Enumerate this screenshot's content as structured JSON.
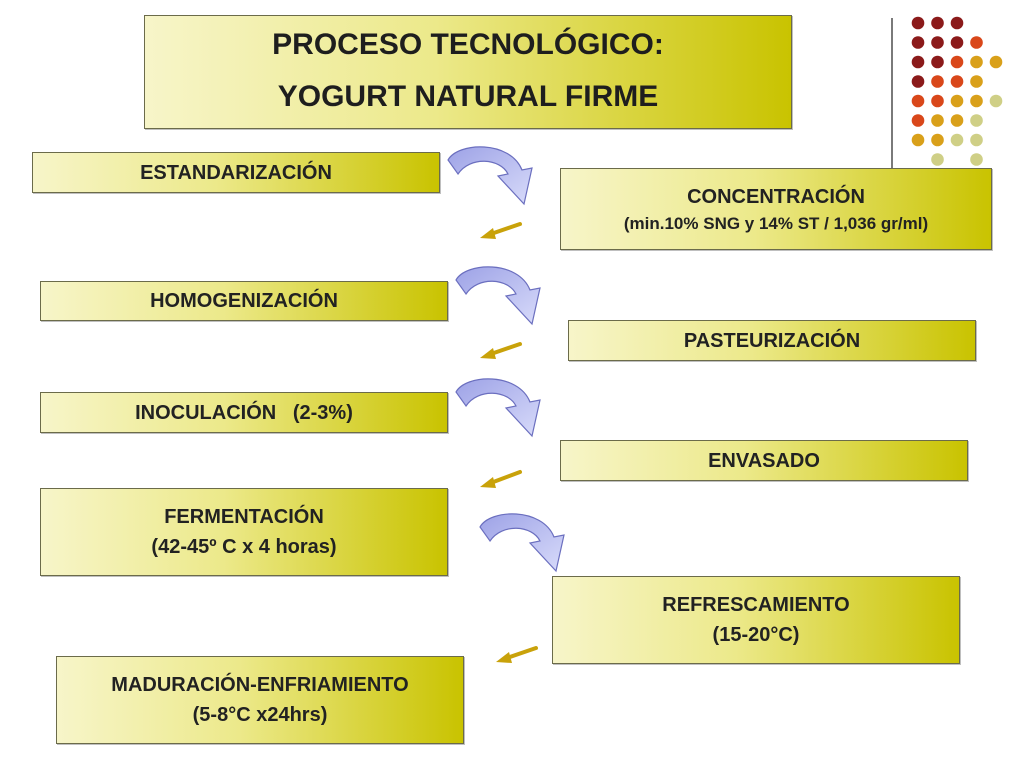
{
  "title": {
    "line1": "PROCESO TECNOLÓGICO:",
    "line2": "YOGURT NATURAL FIRME"
  },
  "steps": {
    "estandarizacion": {
      "label": "ESTANDARIZACIÓN"
    },
    "concentracion": {
      "label": "CONCENTRACIÓN",
      "detail": "(min.10% SNG y 14% ST / 1,036 gr/ml)"
    },
    "homogenizacion": {
      "label": "HOMOGENIZACIÓN"
    },
    "pasteurizacion": {
      "label": "PASTEURIZACIÓN"
    },
    "inoculacion": {
      "label": "INOCULACIÓN   (2-3%)"
    },
    "envasado": {
      "label": "ENVASADO"
    },
    "fermentacion": {
      "label": "FERMENTACIÓN",
      "detail": "(42-45º C x 4 horas)"
    },
    "refrescamiento": {
      "label": "REFRESCAMIENTO",
      "detail": "(15-20°C)"
    },
    "maduracion": {
      "label": "MADURACIÓN-ENFRIAMIENTO",
      "detail": "(5-8°C x24hrs)"
    }
  },
  "colors": {
    "box_light": "#f7f5c9",
    "box_dark": "#c9c300",
    "curved_arrow": "#b9bdf0",
    "small_arrow": "#c9a20a",
    "dots": [
      "#8b1a1a",
      "#d9471a",
      "#d9a01a",
      "#cfcf86"
    ]
  }
}
